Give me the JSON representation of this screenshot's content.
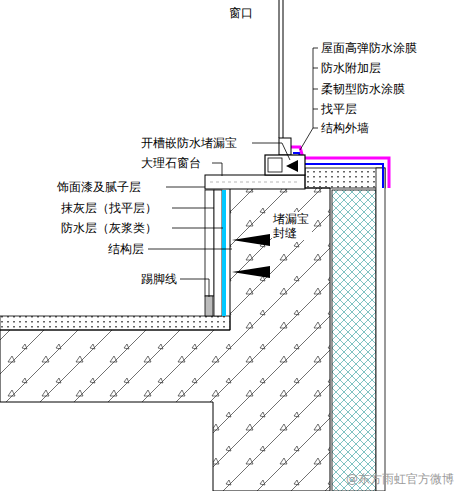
{
  "diagram": {
    "labels": [
      "窗口",
      "屋面高弹防水涂膜",
      "防水附加层",
      "柔韧型防水涂膜",
      "找平层",
      "结构外墙",
      "开槽嵌防水堵漏宝",
      "大理石窗台",
      "饰面漆及腻子层",
      "抹灰层（找平层）",
      "防水层（灰浆类）",
      "结构层",
      "堵漏宝 封缝",
      "踢脚线",
      "@东方雨虹官方微博"
    ]
  }
}
